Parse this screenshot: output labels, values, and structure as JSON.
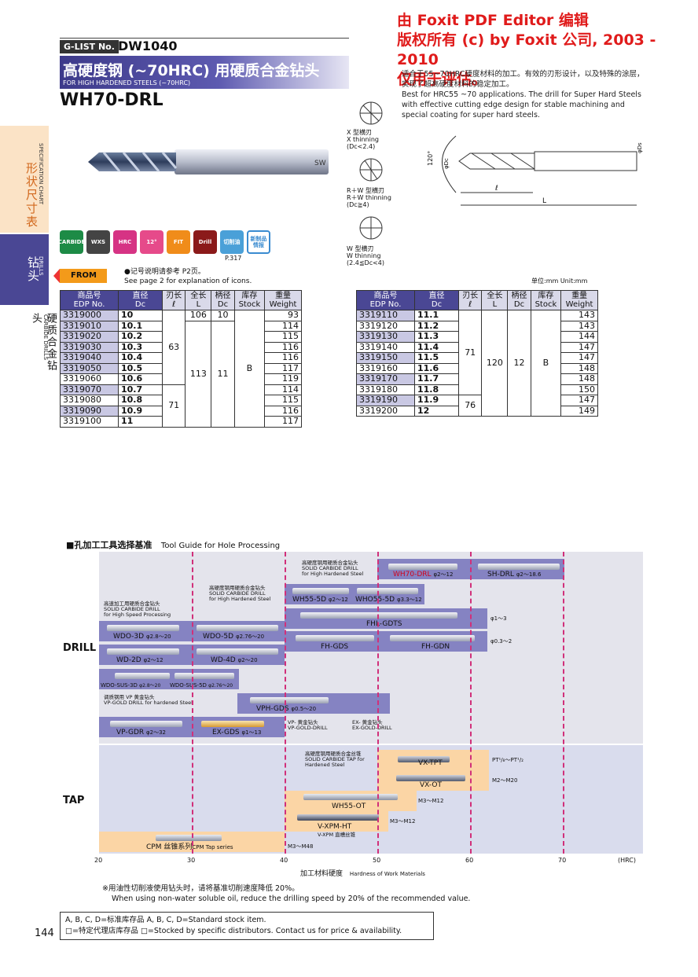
{
  "watermark": [
    "由 Foxit PDF Editor 编辑",
    "版权所有 (c) by Foxit 公司, 2003 - 2010",
    "仅用于评估。"
  ],
  "header": {
    "glist_label": "G-LIST No.",
    "code": "DW1040",
    "title_cn": "高硬度钢 (~70HRC) 用硬质合金钻头",
    "title_en": "FOR HIGH HARDENED STEELS (~70HRC)",
    "model": "WH70-DRL"
  },
  "intro": {
    "cn": "适合于55~70HRC硬度材料的加工。有效的刃形设计，以及特殊的涂层，实现了超高硬度材料的稳定加工。",
    "en": "Best for HRC55 ~70 applications. The drill for Super Hard Steels with effective cutting edge design for stable machining and special coating for super hard steels."
  },
  "sidebar": {
    "spec_cn": "形状尺寸表",
    "spec_en": "SPECIFICATION CHART",
    "drills_cn": "钻头",
    "drills_en": "DRILLS",
    "carbide_cn": "硬质合金钻头",
    "carbide_en": "CARBIDE DRILLS"
  },
  "icons": [
    {
      "label": "CARBIDE",
      "color": "#1d8b46"
    },
    {
      "label": "WXS",
      "color": "#444444"
    },
    {
      "label": "HRC",
      "color": "#d63384"
    },
    {
      "label": "12°",
      "color": "#e64a8a"
    },
    {
      "label": "FIT",
      "color": "#f08c1a"
    },
    {
      "label": "Drill",
      "color": "#8b1a1a"
    },
    {
      "label": "切削油",
      "color": "#4aa0d8"
    },
    {
      "label": "新制品情报",
      "color": "#3a8bd0"
    }
  ],
  "icon_ref": "P.317",
  "from_label": "FROM",
  "legend": {
    "cn": "●记号说明请参考 P2页。",
    "en": "See page 2 for explanation of icons."
  },
  "thinning": [
    {
      "cn": "X 型横刃",
      "en": "X thinning",
      "cond": "(Dc<2.4)"
    },
    {
      "cn": "R＋W 型横刃",
      "en": "R＋W thinning",
      "cond": "(Dc≧4)"
    },
    {
      "cn": "W 型横刃",
      "en": "W thinning",
      "cond": "(2.4≦Dc<4)"
    }
  ],
  "drawing": {
    "angle": "120°",
    "dc": "φDc",
    "ds": "φDs",
    "l_label": "ℓ",
    "L_label": "L",
    "shank_mark": "SW"
  },
  "unit": "单位:mm  Unit:mm",
  "table_headers": [
    {
      "cn": "商品号",
      "en": "EDP No."
    },
    {
      "cn": "直径",
      "en": "Dc"
    },
    {
      "cn": "刃长",
      "en": "ℓ"
    },
    {
      "cn": "全长",
      "en": "L"
    },
    {
      "cn": "柄径",
      "en": "Dc"
    },
    {
      "cn": "库存",
      "en": "Stock"
    },
    {
      "cn": "重量",
      "en": "Weight"
    }
  ],
  "table_left": {
    "edp": [
      "3319000",
      "3319010",
      "3319020",
      "3319030",
      "3319040",
      "3319050",
      "3319060",
      "3319070",
      "3319080",
      "3319090",
      "3319100"
    ],
    "dc": [
      "10",
      "10.1",
      "10.2",
      "10.3",
      "10.4",
      "10.5",
      "10.6",
      "10.7",
      "10.8",
      "10.9",
      "11"
    ],
    "weight": [
      "93",
      "114",
      "115",
      "116",
      "116",
      "117",
      "119",
      "114",
      "115",
      "116",
      "117"
    ],
    "l_values": [
      "63",
      "71"
    ],
    "L_values": [
      "106",
      "113"
    ],
    "ds_values": [
      "10",
      "11"
    ],
    "stock": "B"
  },
  "table_right": {
    "edp": [
      "3319110",
      "3319120",
      "3319130",
      "3319140",
      "3319150",
      "3319160",
      "3319170",
      "3319180",
      "3319190",
      "3319200"
    ],
    "dc": [
      "11.1",
      "11.2",
      "11.3",
      "11.4",
      "11.5",
      "11.6",
      "11.7",
      "11.8",
      "11.9",
      "12"
    ],
    "weight": [
      "143",
      "143",
      "144",
      "147",
      "147",
      "148",
      "148",
      "150",
      "147",
      "149"
    ],
    "l_values": [
      "71",
      "76"
    ],
    "L_value": "120",
    "ds_value": "12",
    "stock": "B"
  },
  "guide": {
    "title_cn": "■孔加工工具选择基准",
    "title_en": "Tool Guide for Hole Processing",
    "drill_label": "DRILL",
    "tap_label": "TAP",
    "x_ticks": [
      "20",
      "30",
      "40",
      "50",
      "60",
      "70"
    ],
    "x_unit": "(HRC)",
    "x_label_cn": "加工材料硬度",
    "x_label_en": "Hardness of Work Materials",
    "captions": {
      "hh": "高硬度钢用硬质合金钻头\nSOLID CARBIDE DRILL\nfor High Hardened Steel",
      "hh2": "高硬度钢用硬质合金钻头\nSOLID CARBIDE DRILL\nfor High Hardened Steel",
      "hs": "高速加工用硬质合金钻头\nSOLID CARBIDE DRILL\nfor High Speed Processing",
      "vp": "调质钢用 VP 黄金钻头\nVP-GOLD DRILL for hardened Steel",
      "vpg": "VP- 黄金钻头\nVP-GOLD-DRILL",
      "exg": "EX- 黄金钻头\nEX-GOLD-DRILL",
      "tap": "高硬度钢用硬质合金丝锥\nSOLID CARBIDE TAP for\nHardened Steel",
      "vxpm": "V-XPM 直槽丝锥"
    },
    "tools": {
      "wh70": "WH70-DRL",
      "wh70_r": "φ2～12",
      "shdrl": "SH-DRL",
      "shdrl_r": "φ2～18.6",
      "wh55": "WH55-5D",
      "wh55_r": "φ2～12",
      "who55": "WHO55-5D",
      "who55_r": "φ3.3～12",
      "fhl": "FHL-GDTS",
      "fhl_r": "φ1～3",
      "fhgds": "FH-GDS",
      "fhgdn": "FH-GDN",
      "fh_r": "φ0.3～2",
      "wdo3": "WDO-3D",
      "wdo3_r": "φ2.8～20",
      "wdo5": "WDO-5D",
      "wdo5_r": "φ2.76～20",
      "wd2": "WD-2D",
      "wd2_r": "φ2～12",
      "wd4": "WD-4D",
      "wd4_r": "φ2～20",
      "sus3": "WDO-SUS-3D",
      "sus3_r": "φ2.8～20",
      "sus5": "WDO-SUS-5D",
      "sus5_r": "φ2.76～20",
      "vph": "VPH-GDS",
      "vph_r": "φ0.5～20",
      "vpgdr": "VP-GDR",
      "vpgdr_r": "φ2～32",
      "exgds": "EX-GDS",
      "exgds_r": "φ1～13",
      "vxtpt": "VX-TPT",
      "vxtpt_r": "PT¹/₈～PT¹/₂",
      "vxot": "VX-OT",
      "vxot_r": "M2～M20",
      "wh55ot": "WH55-OT",
      "wh55ot_r": "M3～M12",
      "vxpmht": "V-XPM-HT",
      "vxpmht_r": "M3～M12",
      "cpm": "CPM 丝锥系列",
      "cpm_en": "CPM Tap series",
      "cpm_r": "M3～M48"
    }
  },
  "notes": {
    "cn": "※用油性切削液使用钻头时，请将基准切削速度降低 20%。",
    "en": "When using non-water soluble oil, reduce the drilling speed by 20% of the recommended value."
  },
  "stock_legend": {
    "line1": "A, B, C, D=标准库存品   A, B, C, D=Standard stock item.",
    "line2": "□=特定代理店库存品  □=Stocked by specific distributors. Contact us for price & availability."
  },
  "page_number": "144"
}
